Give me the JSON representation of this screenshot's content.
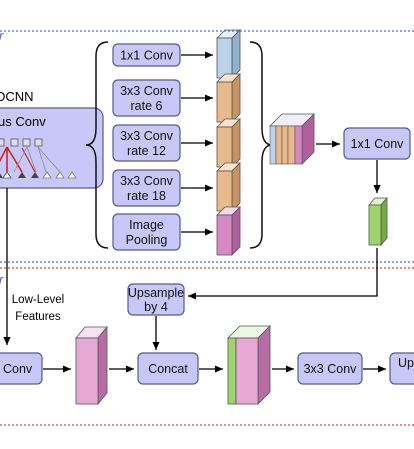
{
  "encoder": {
    "corner_mark": "r",
    "dcnn_label": "DCNN",
    "atrous_label": "us Conv",
    "aspp": [
      {
        "line1": "1x1 Conv",
        "line2": ""
      },
      {
        "line1": "3x3 Conv",
        "line2": "rate 6"
      },
      {
        "line1": "3x3 Conv",
        "line2": "rate 12"
      },
      {
        "line1": "3x3 Conv",
        "line2": "rate 18"
      },
      {
        "line1": "Image",
        "line2": "Pooling"
      }
    ],
    "proj_conv": "1x1 Conv"
  },
  "decoder": {
    "corner_mark": "r",
    "low_level_1": "Low-Level",
    "low_level_2": "Features",
    "upsample_1": "Upsample",
    "upsample_2": "by 4",
    "left_conv": "Conv",
    "concat": "Concat",
    "conv3x3": "3x3 Conv",
    "right_partial": "Up"
  },
  "colors": {
    "box_fill": "#c8c8f8",
    "box_stroke": "#5a5a8a",
    "encoder_line": "#4a6fd0",
    "decoder_line": "#d84a4a",
    "feat_blue": "#b9d3e8",
    "feat_orange": "#e8b98a",
    "feat_pink": "#d68ac4",
    "feat_green": "#9ed46a"
  }
}
